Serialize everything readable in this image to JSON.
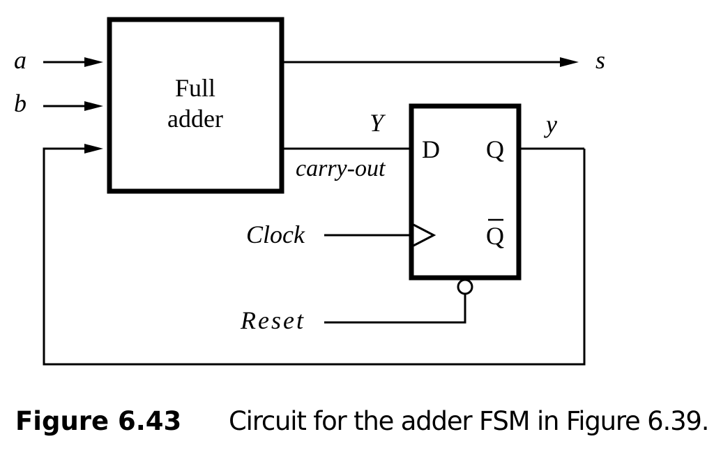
{
  "diagram": {
    "blocks": {
      "full_adder": {
        "line1": "Full",
        "line2": "adder"
      },
      "flip_flop": {
        "d_port": "D",
        "q_port": "Q",
        "qbar_port": "Q"
      }
    },
    "signals": {
      "a": "a",
      "b": "b",
      "s": "s",
      "Y": "Y",
      "carry_out": "carry-out",
      "y": "y",
      "clock": "Clock",
      "reset": "Reset"
    }
  },
  "caption": {
    "number": "Figure 6.43",
    "text": "Circuit for the adder FSM in Figure 6.39."
  }
}
